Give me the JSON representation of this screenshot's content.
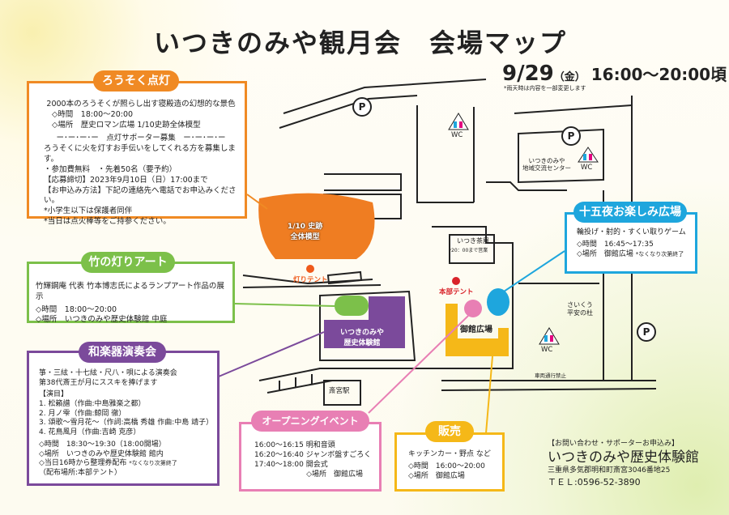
{
  "title": "いつきのみや観月会　会場マップ",
  "date": {
    "day": "9/29",
    "weekday": "（金）",
    "time": "16:00〜20:00頃",
    "note": "*雨天時は内容を一部変更します"
  },
  "candle": {
    "label": "ろうそく点灯",
    "lines": [
      "2000本のろうそくが照らし出す寝殿造の幻想的な景色",
      "◇時間　18:00〜20:00",
      "◇場所　歴史ロマン広場 1/10史跡全体模型",
      "ー･ー･ー･ー　点灯サポーター募集　ー･ー･ー･ー",
      "ろうそくに火を灯すお手伝いをしてくれる方を募集します。",
      "・参加費無料　・先着50名（要予約）",
      "【応募締切】2023年9月10日（日）17:00まで",
      "【お申込み方法】下記の連絡先へ電話でお申込みください。",
      "*小学生以下は保護者同伴",
      "*当日は点火棒等をご持参ください。"
    ]
  },
  "bamboo": {
    "label": "竹の灯りアート",
    "lines": [
      "竹輝鋼庵 代表 竹本博志氏によるランプアート作品の展示",
      "◇時間　18:00〜20:00",
      "◇場所　いつきのみや歴史体験館 中庭"
    ]
  },
  "wagakki": {
    "label": "和楽器演奏会",
    "lines": [
      "箏・三絃・十七絃・尺八・唄による演奏会",
      "第38代斎王が月にススキを捧げます",
      "【演目】",
      "1. 松籟譜（作曲:中島雅楽之都）",
      "2. 月ノ雫（作曲:鯨岡 徹）",
      "3. 頌歌〜雪月花〜（作詞:高橋 秀雄 作曲:中島 靖子）",
      "4. 花鳥風月（作曲:吉崎 克彦）",
      "◇時間　18:30〜19:30（18:00開場）",
      "◇場所　いつきのみや歴史体験館 館内",
      "◇当日16時から整理券配布",
      "（配布場所:本部テント）"
    ],
    "note": "*なくなり次第終了"
  },
  "opening": {
    "label": "オープニングイベント",
    "lines": [
      "16:00〜16:15 明和音頭",
      "16:20〜16:40 ジャンボ盤すごろく",
      "17:40〜18:00 開会式",
      "◇場所　御館広場"
    ]
  },
  "sales": {
    "label": "販売",
    "lines": [
      "キッチンカー・野点 など",
      "◇時間　16:00〜20:00",
      "◇場所　御館広場"
    ]
  },
  "jugoya": {
    "label": "十五夜お楽しみ広場",
    "lines": [
      "輪投げ・射的・すくい取りゲーム",
      "◇時間　16:45〜17:35",
      "◇場所　御館広場"
    ],
    "note": "*なくなり次第終了"
  },
  "map": {
    "model": "1/10 史跡\n全体模型",
    "akari_tent": "灯りテント",
    "museum": "いつきのみや\n歴史体験館",
    "teahouse": "いつき茶屋",
    "teahouse_note": "*20：00まで営業",
    "hq_tent": "本部テント",
    "plaza": "御館広場",
    "station": "斎宮駅",
    "community": "いつきのみや\n地域交流センター",
    "saiku": "さいくう\n平安の杜",
    "wc": "WC",
    "parking": "P",
    "no_vehicles": "車両通行禁止"
  },
  "contact": {
    "heading": "【お問い合わせ・サポーターお申込み】",
    "org": "いつきのみや歴史体験館",
    "address": "三重県多気郡明和町斎宮3046番地25",
    "tel": "ＴＥＬ:0596-52-3890"
  },
  "colors": {
    "orange": "#f08a24",
    "green": "#7cc04a",
    "purple": "#7b4a9b",
    "pink": "#e87fb4",
    "yellow": "#f5b818",
    "blue": "#1ea6dd",
    "red": "#d9232a"
  }
}
